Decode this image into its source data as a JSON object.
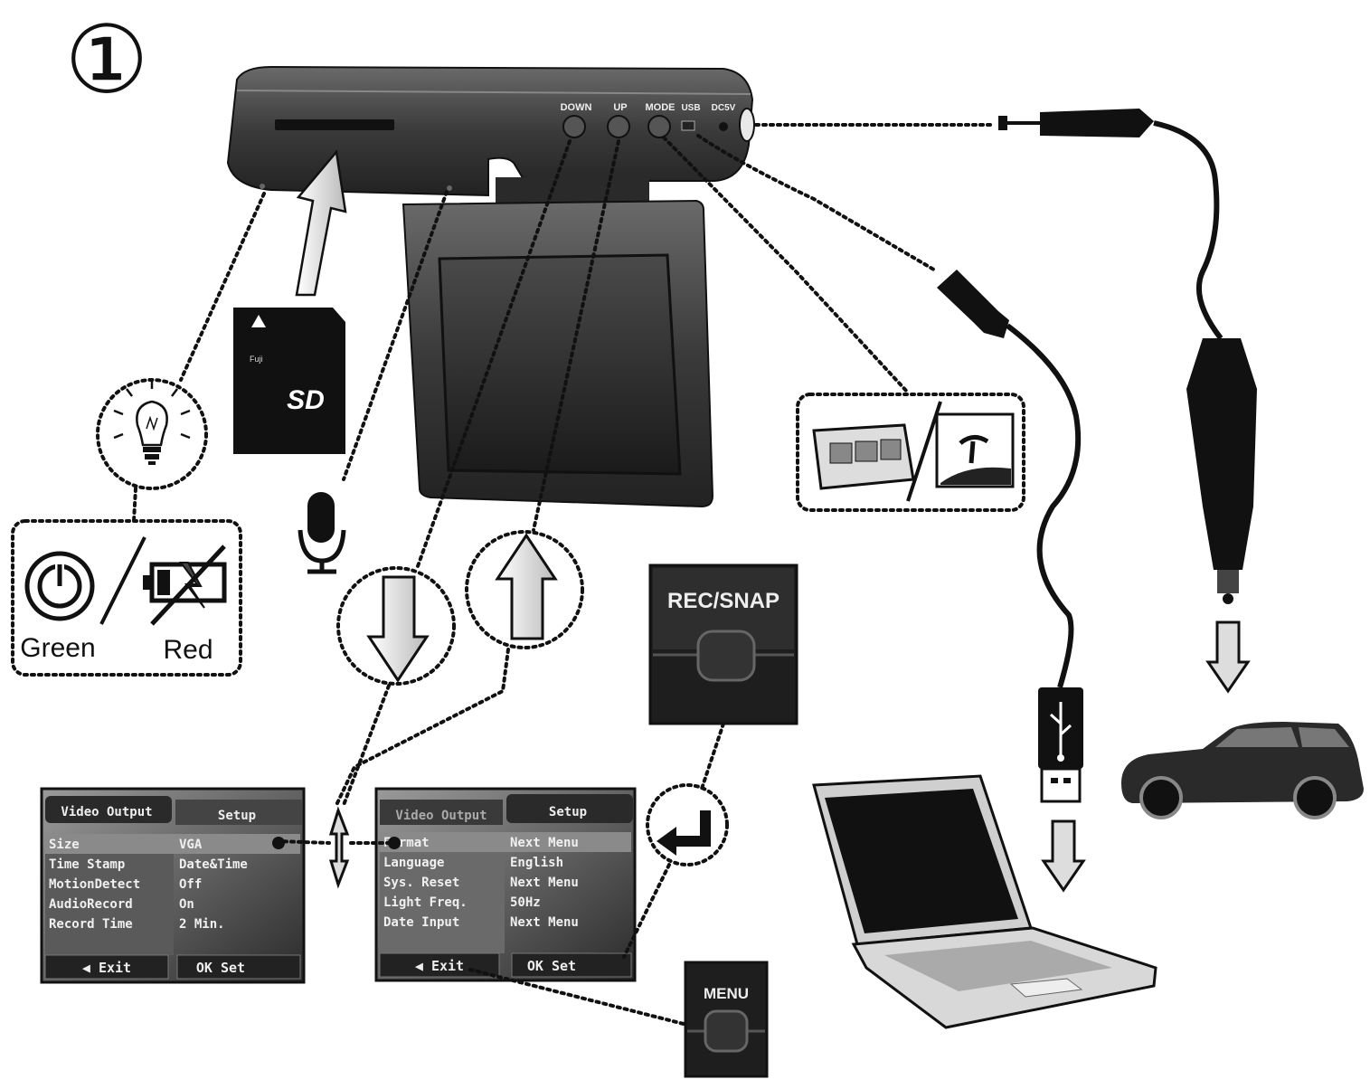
{
  "step_number": "①",
  "device_buttons": {
    "down": "DOWN",
    "up": "UP",
    "mode": "MODE",
    "usb": "USB",
    "dc": "DC5V"
  },
  "sd_card": {
    "label": "SD",
    "brand": "Fuji"
  },
  "led_legend": {
    "green": "Green",
    "red": "Red"
  },
  "rec_snap_label": "REC/SNAP",
  "menu_label": "MENU",
  "menu_screen_1": {
    "tab_left": "Video Output",
    "tab_right": "Setup",
    "rows": [
      {
        "label": "Size",
        "value": "VGA"
      },
      {
        "label": "Time Stamp",
        "value": "Date&Time"
      },
      {
        "label": "MotionDetect",
        "value": "Off"
      },
      {
        "label": "AudioRecord",
        "value": "On"
      },
      {
        "label": "Record Time",
        "value": "2 Min."
      }
    ],
    "footer_left": "◀ Exit",
    "footer_right": "OK Set"
  },
  "menu_screen_2": {
    "tab_left": "Video Output",
    "tab_right": "Setup",
    "rows": [
      {
        "label": "Format",
        "value": "Next Menu"
      },
      {
        "label": "Language",
        "value": "English"
      },
      {
        "label": "Sys. Reset",
        "value": "Next Menu"
      },
      {
        "label": "Light Freq.",
        "value": "50Hz"
      },
      {
        "label": "Date Input",
        "value": "Next Menu"
      }
    ],
    "footer_left": "◀ Exit",
    "footer_right": "OK Set"
  },
  "colors": {
    "ink": "#111111",
    "device_body": "#3a3a3a",
    "screen_bg": "#2a2a2a",
    "highlight_row": "#7a7a7a",
    "arrow_fill": "#e6e6e6"
  },
  "icons": [
    "bulb-icon",
    "power-icon",
    "battery-icon",
    "microphone-icon",
    "film-photo-icon",
    "enter-icon",
    "usb-icon",
    "car-icon",
    "laptop-icon"
  ]
}
